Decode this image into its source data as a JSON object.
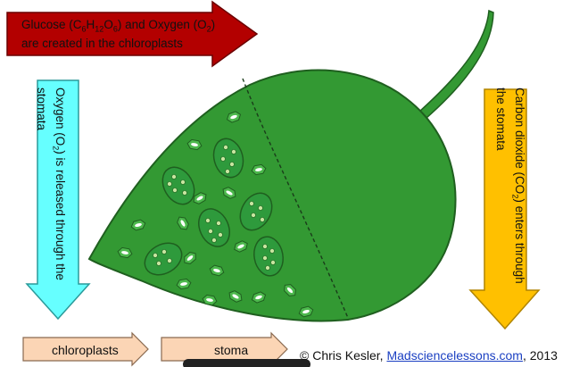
{
  "arrows": {
    "red": {
      "line1_a": "Glucose (C",
      "line1_b": "6",
      "line1_c": "H",
      "line1_d": "12",
      "line1_e": "O",
      "line1_f": "6",
      "line1_g": ") and Oxygen (O",
      "line1_h": "2",
      "line1_i": ")",
      "line2": "are created in the chloroplasts",
      "color": "#b30000"
    },
    "cyan": {
      "line1": "Oxygen (O",
      "line1_sub": "2",
      "line1_b": ") is released through the",
      "line2": "stomata",
      "color": "#66ffff"
    },
    "orange": {
      "line1": "Carbon dioxide (CO",
      "line1_sub": "2",
      "line1_b": ") enters through",
      "line2": "the stomata",
      "color": "#ffc000"
    }
  },
  "legend": {
    "chloroplasts": "chloroplasts",
    "stoma": "stoma",
    "color": "#fbd5b5"
  },
  "credit": {
    "prefix": "© Chris Kesler, ",
    "link": "Madsciencelessons.com",
    "suffix": ", 2013"
  },
  "colors": {
    "leaf": "#339933",
    "chloroplast": "#2e9a3c",
    "stoma": "#4cb84c"
  }
}
